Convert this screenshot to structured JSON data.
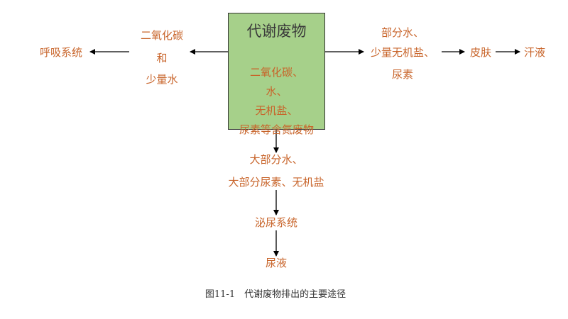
{
  "center_box": {
    "title": "代谢废物",
    "lines": [
      "二氧化碳、",
      "水、",
      "无机盐、",
      "尿素等含氮废物"
    ],
    "fill_color": "#a6d08a"
  },
  "left_branch": {
    "lines": [
      "二氧化碳",
      "和",
      "少量水"
    ],
    "target": "呼吸系统"
  },
  "right_branch": {
    "lines": [
      "部分水、",
      "少量无机盐、",
      "尿素"
    ],
    "via": "皮肤",
    "target": "汗液"
  },
  "down_branch": {
    "lines": [
      "大部分水、",
      "大部分尿素、无机盐"
    ],
    "via": "泌尿系统",
    "target": "尿液"
  },
  "caption": "图11-1　代谢废物排出的主要途径",
  "colors": {
    "label_text": "#c8642a",
    "arrow": "#000000"
  }
}
